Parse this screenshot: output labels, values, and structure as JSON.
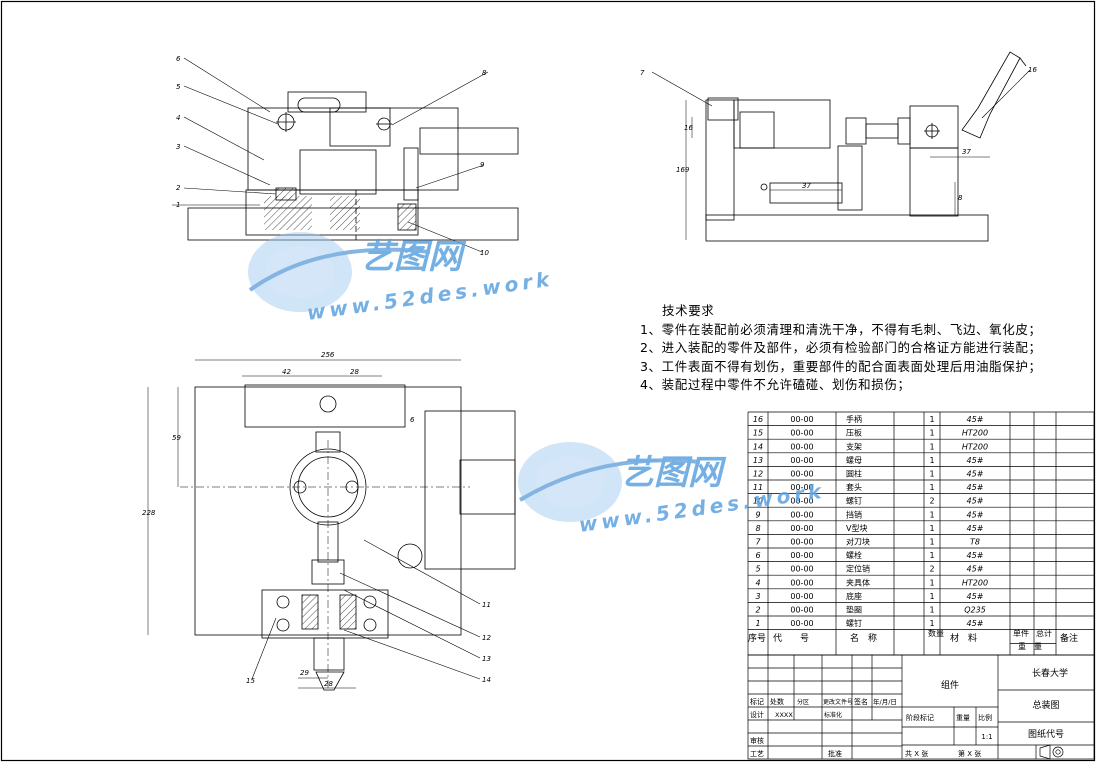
{
  "watermark": {
    "brand": "艺图网",
    "url": "www.52des.work"
  },
  "drawing": {
    "views": [
      {
        "name": "front-view",
        "callouts": [
          "1",
          "2",
          "3",
          "4",
          "5",
          "6",
          "8",
          "9",
          "10"
        ]
      },
      {
        "name": "side-view",
        "callouts": [
          "7",
          "16"
        ],
        "dims": [
          "169",
          "37",
          "37",
          "8",
          "16"
        ]
      },
      {
        "name": "top-view",
        "callouts": [
          "11",
          "12",
          "13",
          "14",
          "15"
        ],
        "dims": [
          "256",
          "42",
          "28",
          "59",
          "228",
          "6",
          "29",
          "28"
        ]
      }
    ]
  },
  "tech_requirements": {
    "title": "技术要求",
    "items": [
      "1、零件在装配前必须清理和清洗干净，不得有毛刺、飞边、氧化皮；",
      "2、进入装配的零件及部件，必须有检验部门的合格证方能进行装配；",
      "3、工件表面不得有划伤，重要部件的配合面表面处理后用油脂保护；",
      "4、装配过程中零件不允许磕碰、划伤和损伤；"
    ]
  },
  "bom": {
    "rows": [
      {
        "no": "16",
        "code": "00-00",
        "name": "手柄",
        "qty": "1",
        "material": "45#"
      },
      {
        "no": "15",
        "code": "00-00",
        "name": "压板",
        "qty": "1",
        "material": "HT200"
      },
      {
        "no": "14",
        "code": "00-00",
        "name": "支架",
        "qty": "1",
        "material": "HT200"
      },
      {
        "no": "13",
        "code": "00-00",
        "name": "螺母",
        "qty": "1",
        "material": "45#"
      },
      {
        "no": "12",
        "code": "00-00",
        "name": "圆柱",
        "qty": "1",
        "material": "45#"
      },
      {
        "no": "11",
        "code": "00-00",
        "name": "套头",
        "qty": "1",
        "material": "45#"
      },
      {
        "no": "10",
        "code": "00-00",
        "name": "螺钉",
        "qty": "2",
        "material": "45#"
      },
      {
        "no": "9",
        "code": "00-00",
        "name": "挡销",
        "qty": "1",
        "material": "45#"
      },
      {
        "no": "8",
        "code": "00-00",
        "name": "V型块",
        "qty": "1",
        "material": "45#"
      },
      {
        "no": "7",
        "code": "00-00",
        "name": "对刀块",
        "qty": "1",
        "material": "T8"
      },
      {
        "no": "6",
        "code": "00-00",
        "name": "螺栓",
        "qty": "1",
        "material": "45#"
      },
      {
        "no": "5",
        "code": "00-00",
        "name": "定位销",
        "qty": "2",
        "material": "45#"
      },
      {
        "no": "4",
        "code": "00-00",
        "name": "夹具体",
        "qty": "1",
        "material": "HT200"
      },
      {
        "no": "3",
        "code": "00-00",
        "name": "底座",
        "qty": "1",
        "material": "45#"
      },
      {
        "no": "2",
        "code": "00-00",
        "name": "垫圈",
        "qty": "1",
        "material": "Q235"
      },
      {
        "no": "1",
        "code": "00-00",
        "name": "螺钉",
        "qty": "1",
        "material": "45#"
      }
    ],
    "header": {
      "no": "序号",
      "code": "代　　号",
      "name": "名　称",
      "qty": "数量",
      "material": "材　料",
      "unit_weight": "单件",
      "total_weight": "总计",
      "weight": "重　量",
      "note": "备注"
    }
  },
  "title_block": {
    "school": "长春大学",
    "drawing_name": "总装图",
    "part_label": "组件",
    "drawing_code_label": "图纸代号",
    "scale": "1:1",
    "labels": {
      "mark": "标记",
      "count": "处数",
      "zone": "分区",
      "doc_no": "更改文件号",
      "sign": "签名",
      "date": "年/月/日",
      "design": "设计",
      "designer": "XXXX",
      "standard": "标准化",
      "stage": "阶段标记",
      "weight": "重量",
      "ratio": "比例",
      "review": "审核",
      "process": "工艺",
      "approve": "批准",
      "sheets": "共 X 张",
      "sheet_no": "第 X 张"
    }
  }
}
